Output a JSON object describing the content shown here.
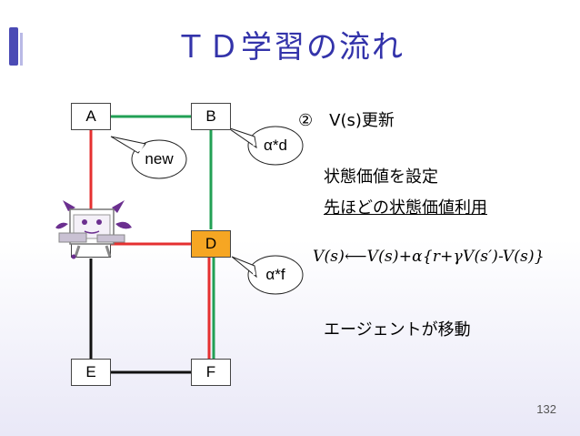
{
  "slide": {
    "title": "ＴＤ学習の流れ",
    "page_number": "132"
  },
  "nodes": {
    "a": "A",
    "b": "B",
    "d": "D",
    "e": "E",
    "f": "F"
  },
  "callouts": {
    "new": "new",
    "alpha_d": "α*d",
    "alpha_f": "α*f"
  },
  "text": {
    "step_number": "②",
    "step_title": "V(s)更新",
    "line1": "状態価値を設定",
    "line2": "先ほどの状態価値利用",
    "formula": "V(s)⟵V(s)+α{r+γV(s′)-V(s)}",
    "agent_moves": "エージェントが移動"
  },
  "colors": {
    "title": "#3333aa",
    "accent": "#4b4bb5",
    "red_path": "#e53030",
    "green_path": "#22a055",
    "black_path": "#111111",
    "current_node": "#f6a623"
  },
  "icons": {
    "agent": "robot-mascot-icon"
  }
}
